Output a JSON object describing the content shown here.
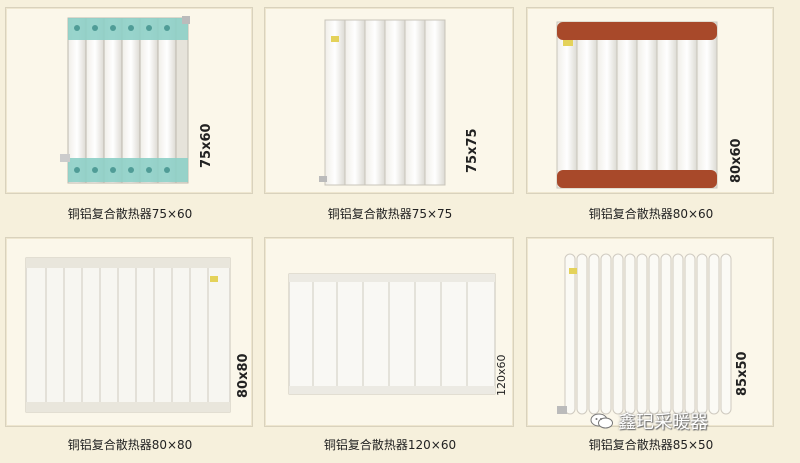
{
  "products": [
    {
      "caption": "铜铝复合散热器75×60",
      "size": "75x60"
    },
    {
      "caption": "铜铝复合散热器75×75",
      "size": "75x75"
    },
    {
      "caption": "铜铝复合散热器80×60",
      "size": "80x60"
    },
    {
      "caption": "铜铝复合散热器80×80",
      "size": "80x80"
    },
    {
      "caption": "铜铝复合散热器120×60",
      "size": "120x60"
    },
    {
      "caption": "铜铝复合散热器85×50",
      "size": "85x50"
    }
  ],
  "watermark": {
    "text": "鑫玘采暖器",
    "icon": "wechat-icon"
  },
  "colors": {
    "page_bg": "#f6f0dc",
    "card_bg": "#fbf7ea",
    "teal_cap": "#7fc3bd",
    "copper_cap": "#a8492a"
  }
}
